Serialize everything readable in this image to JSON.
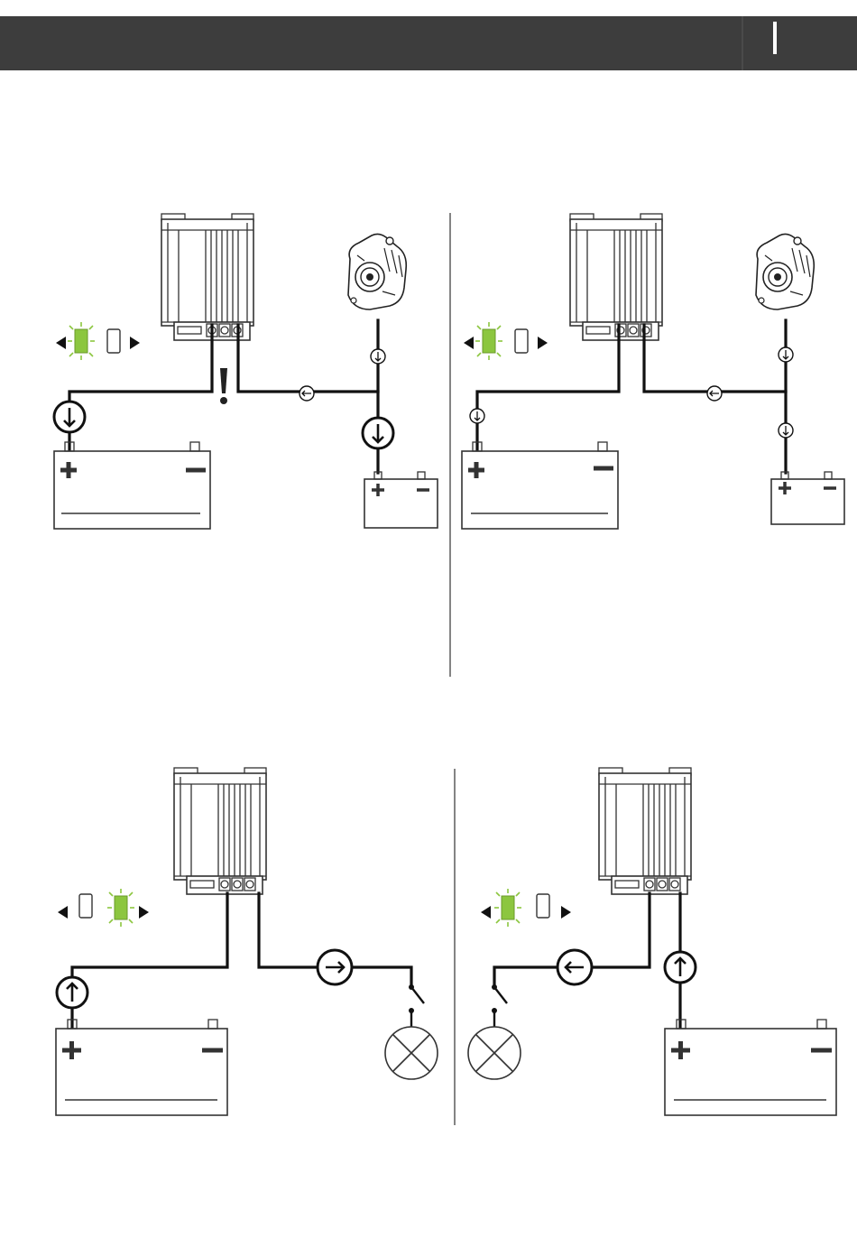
{
  "header": {
    "accent_color": "#3d3d3d"
  },
  "colors": {
    "led_on": "#8cc63f",
    "wire": "#111111",
    "outline": "#333333"
  },
  "panels": [
    {
      "id": "top-left",
      "led_active": "left",
      "icons": [
        "converter",
        "alternator",
        "battery-large",
        "battery-small",
        "warning-icon"
      ]
    },
    {
      "id": "top-right",
      "led_active": "left",
      "icons": [
        "converter",
        "alternator",
        "battery-large",
        "battery-small"
      ]
    },
    {
      "id": "bottom-left",
      "led_active": "right",
      "icons": [
        "converter",
        "battery-large",
        "switch",
        "lamp"
      ]
    },
    {
      "id": "bottom-right",
      "led_active": "left",
      "icons": [
        "converter",
        "battery-large",
        "switch",
        "lamp"
      ]
    }
  ]
}
